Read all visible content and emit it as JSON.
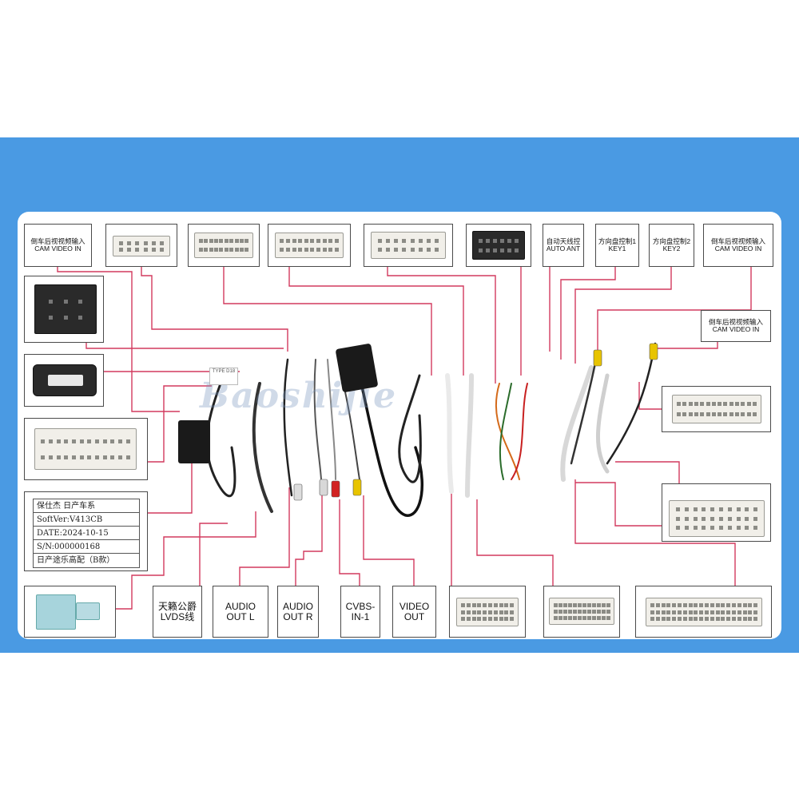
{
  "diagram": {
    "top_row": [
      {
        "id": "t1",
        "text": "倒车后视视频输入\nCAM VIDEO IN"
      },
      {
        "id": "t2",
        "text": ""
      },
      {
        "id": "t3",
        "text": ""
      },
      {
        "id": "t4",
        "text": ""
      },
      {
        "id": "t5",
        "text": ""
      },
      {
        "id": "t6",
        "text": ""
      },
      {
        "id": "t7",
        "text": "自动天线控\nAUTO ANT"
      },
      {
        "id": "t8",
        "text": "方向盘控制1\nKEY1"
      },
      {
        "id": "t9",
        "text": "方向盘控制2\nKEY2"
      },
      {
        "id": "t10",
        "text": "倒车后视视频输入\nCAM VIDEO IN"
      }
    ],
    "right_label": {
      "text": "倒车后视视频输入\nCAM VIDEO IN"
    },
    "bottom_row": [
      {
        "id": "b2",
        "text": "天籁公爵\nLVDS线"
      },
      {
        "id": "b3",
        "text": "AUDIO\nOUT L"
      },
      {
        "id": "b4",
        "text": "AUDIO\nOUT R"
      },
      {
        "id": "b5",
        "text": "CVBS-\nIN-1"
      },
      {
        "id": "b6",
        "text": "VIDEO\nOUT"
      }
    ],
    "info_card": {
      "line1": "保仕杰  日产车系",
      "line2": "SoftVer:V413CB",
      "line3": "DATE:2024-10-15",
      "line4": "S/N:000000168",
      "line5": "日产途乐高配（B款）"
    },
    "usb_tag": "TYPE D18",
    "watermark": "Baoshijie",
    "colors": {
      "frame": "#4a9ae3",
      "wire_line": "#d23a5e",
      "box_border": "#4a4a4a"
    }
  }
}
